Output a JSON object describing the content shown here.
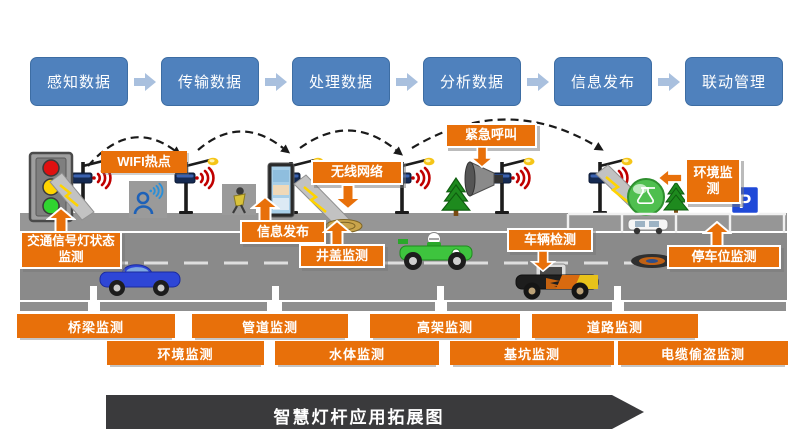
{
  "flow": {
    "steps": [
      {
        "label": "感知数据"
      },
      {
        "label": "传输数据"
      },
      {
        "label": "处理数据"
      },
      {
        "label": "分析数据"
      },
      {
        "label": "信息发布"
      },
      {
        "label": "联动管理"
      }
    ]
  },
  "callouts": {
    "wifi_hotspot": "WIFI热点",
    "wireless_network": "无线网络",
    "emergency_call": "紧急呼叫",
    "environment": "环境监测",
    "traffic_signal": "交通信号灯状态监测",
    "info_publish": "信息发布",
    "manhole": "井盖监测",
    "vehicle_detect": "车辆检测",
    "parking": "停车位监测"
  },
  "scene": {
    "parking_sign": "P"
  },
  "monitor_bars": {
    "row1": [
      {
        "label": "桥梁监测"
      },
      {
        "label": "管道监测"
      },
      {
        "label": "高架监测"
      },
      {
        "label": "道路监测"
      }
    ],
    "row2": [
      {
        "label": "环境监测"
      },
      {
        "label": "水体监测"
      },
      {
        "label": "基坑监测"
      },
      {
        "label": "电缆偷盗监测"
      }
    ]
  },
  "footer": {
    "title": "智慧灯杆应用拓展图"
  },
  "colors": {
    "flow_blue": "#4F81BD",
    "flow_arrow_blue": "#A9C0DE",
    "accent_orange": "#E8700A",
    "road_gray": "#8A8A8A",
    "footer_dark": "#3A3A3C",
    "wifi_red": "#C00000",
    "traffic_red": "#E01010",
    "traffic_yellow": "#FFD400",
    "traffic_green": "#2FD42F"
  }
}
